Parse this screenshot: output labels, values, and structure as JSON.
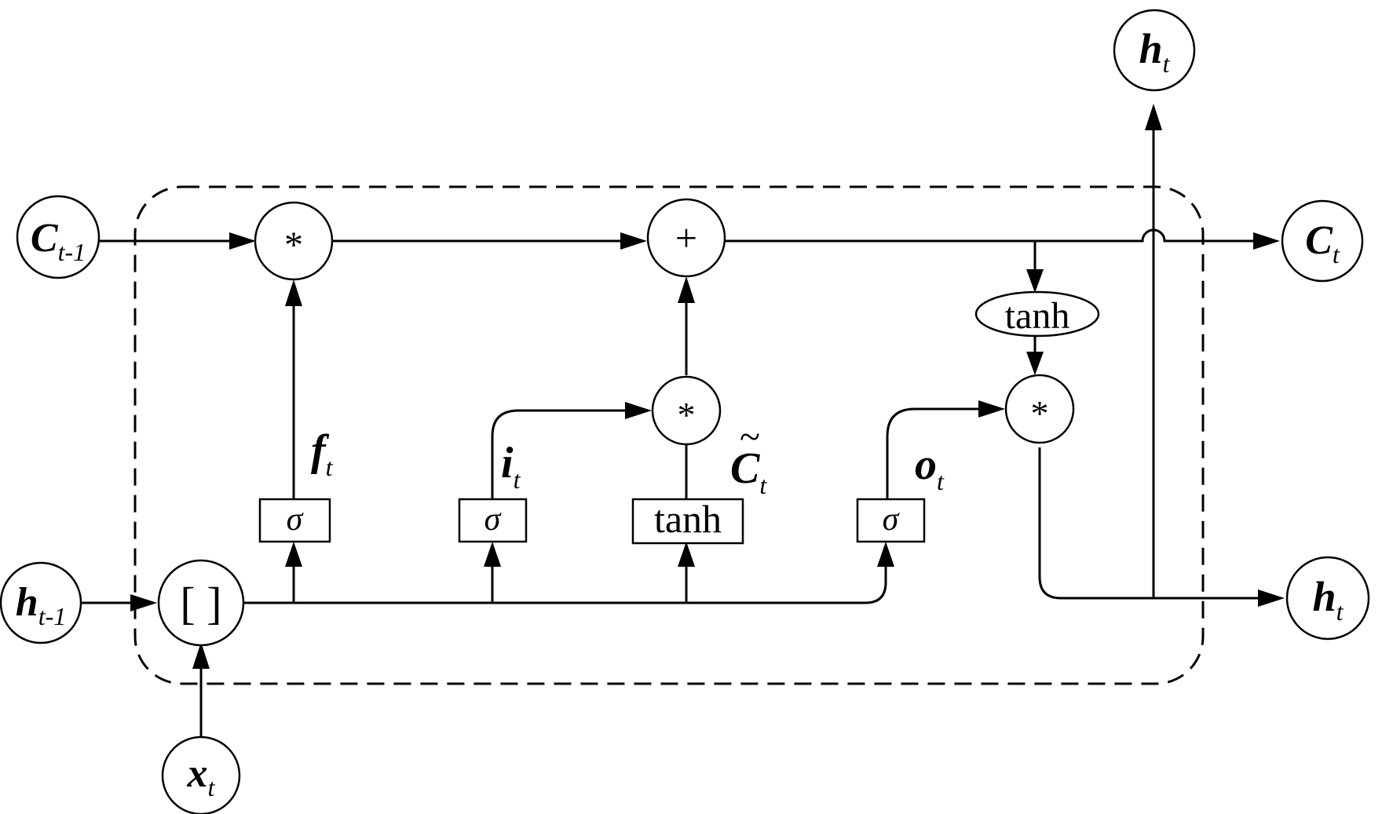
{
  "diagram": {
    "inputs": {
      "c_prev": {
        "main": "C",
        "sub": "t-1"
      },
      "h_prev": {
        "main": "h",
        "sub": "t-1"
      },
      "x": {
        "main": "x",
        "sub": "t"
      }
    },
    "outputs": {
      "h_top": {
        "main": "h",
        "sub": "t"
      },
      "c_out": {
        "main": "C",
        "sub": "t"
      },
      "h_out": {
        "main": "h",
        "sub": "t"
      }
    },
    "operators": {
      "forget_mult": "*",
      "add": "+",
      "input_mult": "*",
      "output_mult": "*",
      "concat": "[ ]"
    },
    "gates": {
      "forget_sigma": "σ",
      "input_sigma": "σ",
      "candidate_tanh": "tanh",
      "output_sigma": "σ",
      "cell_tanh": "tanh"
    },
    "signal_labels": {
      "forget": {
        "main": "f",
        "sub": "t"
      },
      "input": {
        "main": "i",
        "sub": "t"
      },
      "candidate": {
        "main": "C",
        "sub": "t",
        "accent": "~"
      },
      "output": {
        "main": "o",
        "sub": "t"
      }
    }
  }
}
